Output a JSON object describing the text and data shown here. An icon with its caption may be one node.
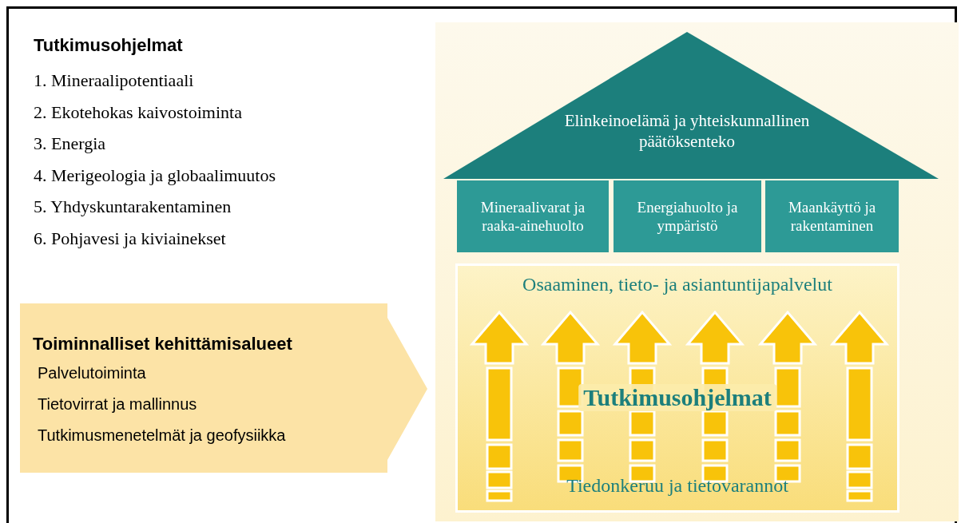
{
  "diagram": {
    "nodes": [
      {
        "text": [
          "Elinkeinoelämä ja yhteiskunnallinen päätöksenteko"
        ]
      },
      {
        "text": [
          "Mineraalivarat ja raaka-ainehuolto"
        ]
      },
      {
        "text": [
          "Energiahuolto ja ympäristö"
        ]
      },
      {
        "text": [
          "Maankäyttö ja rakentaminen"
        ]
      },
      {
        "text": [
          "Osaaminen, tieto- ja asiantuntijapalvelut",
          "Tutkimusohjelmat",
          "Tiedonkeruu ja tietovarannot"
        ]
      },
      {
        "text": [
          "Toiminnalliset kehittämisalueet",
          "Palvelutoiminta",
          "Tietovirrat ja mallinnus",
          "Tutkimusmenetelmät ja geofysiikka"
        ]
      }
    ],
    "edges": [],
    "labels": [
      "Tutkimusohjelmat",
      "1. Mineraalipotentiaali",
      "2. Ekotehokas kaivostoiminta",
      "3. Energia",
      "4. Merigeologia ja globaalimuutos",
      "5. Yhdyskuntarakentaminen",
      "6. Pohjavesi ja kiviainekset"
    ]
  }
}
